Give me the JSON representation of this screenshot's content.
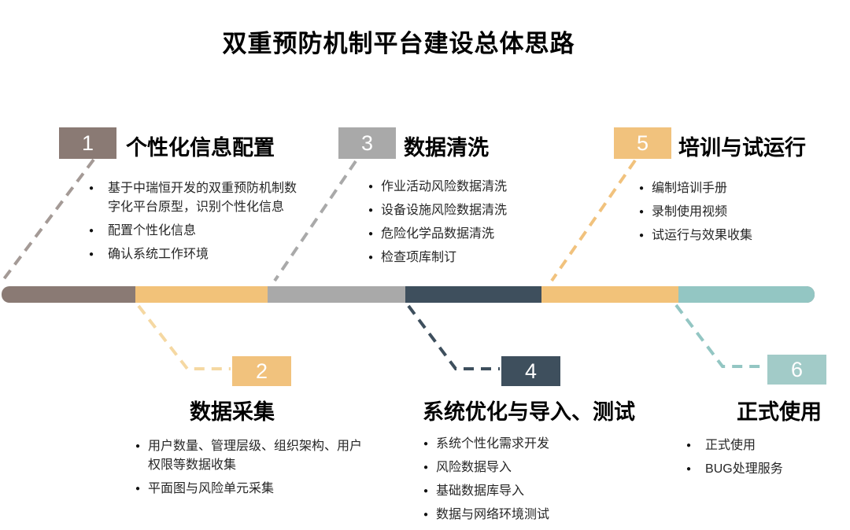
{
  "title": "双重预防机制平台建设总体思路",
  "timeline": {
    "segment_order": [
      "stage1",
      "stage2",
      "stage3",
      "stage4",
      "stage5",
      "stage6"
    ]
  },
  "colors": {
    "stage1": "#8a7a74",
    "stage2": "#f2c279",
    "stage3": "#a9a9a9",
    "stage4": "#3e4f5d",
    "stage5": "#f2c279",
    "stage6": "#93c6c3",
    "connector2_light": "#f5d8a2",
    "title_text": "#000000"
  },
  "stages": [
    {
      "number": "1",
      "title": "个性化信息配置",
      "items": [
        "基于中瑞恒开发的双重预防机制数字化平台原型，识别个性化信息",
        "配置个性化信息",
        "确认系统工作环境"
      ]
    },
    {
      "number": "2",
      "title": "数据采集",
      "items": [
        "用户数量、管理层级、组织架构、用户权限等数据收集",
        "平面图与风险单元采集"
      ]
    },
    {
      "number": "3",
      "title": "数据清洗",
      "items": [
        "作业活动风险数据清洗",
        "设备设施风险数据清洗",
        "危险化学品数据清洗",
        "检查项库制订"
      ]
    },
    {
      "number": "4",
      "title": "系统优化与导入、测试",
      "items": [
        "系统个性化需求开发",
        "风险数据导入",
        "基础数据库导入",
        "数据与网络环境测试"
      ]
    },
    {
      "number": "5",
      "title": "培训与试运行",
      "items": [
        "编制培训手册",
        "录制使用视频",
        "试运行与效果收集"
      ]
    },
    {
      "number": "6",
      "title": "正式使用",
      "items": [
        "正式使用",
        "BUG处理服务"
      ]
    }
  ]
}
